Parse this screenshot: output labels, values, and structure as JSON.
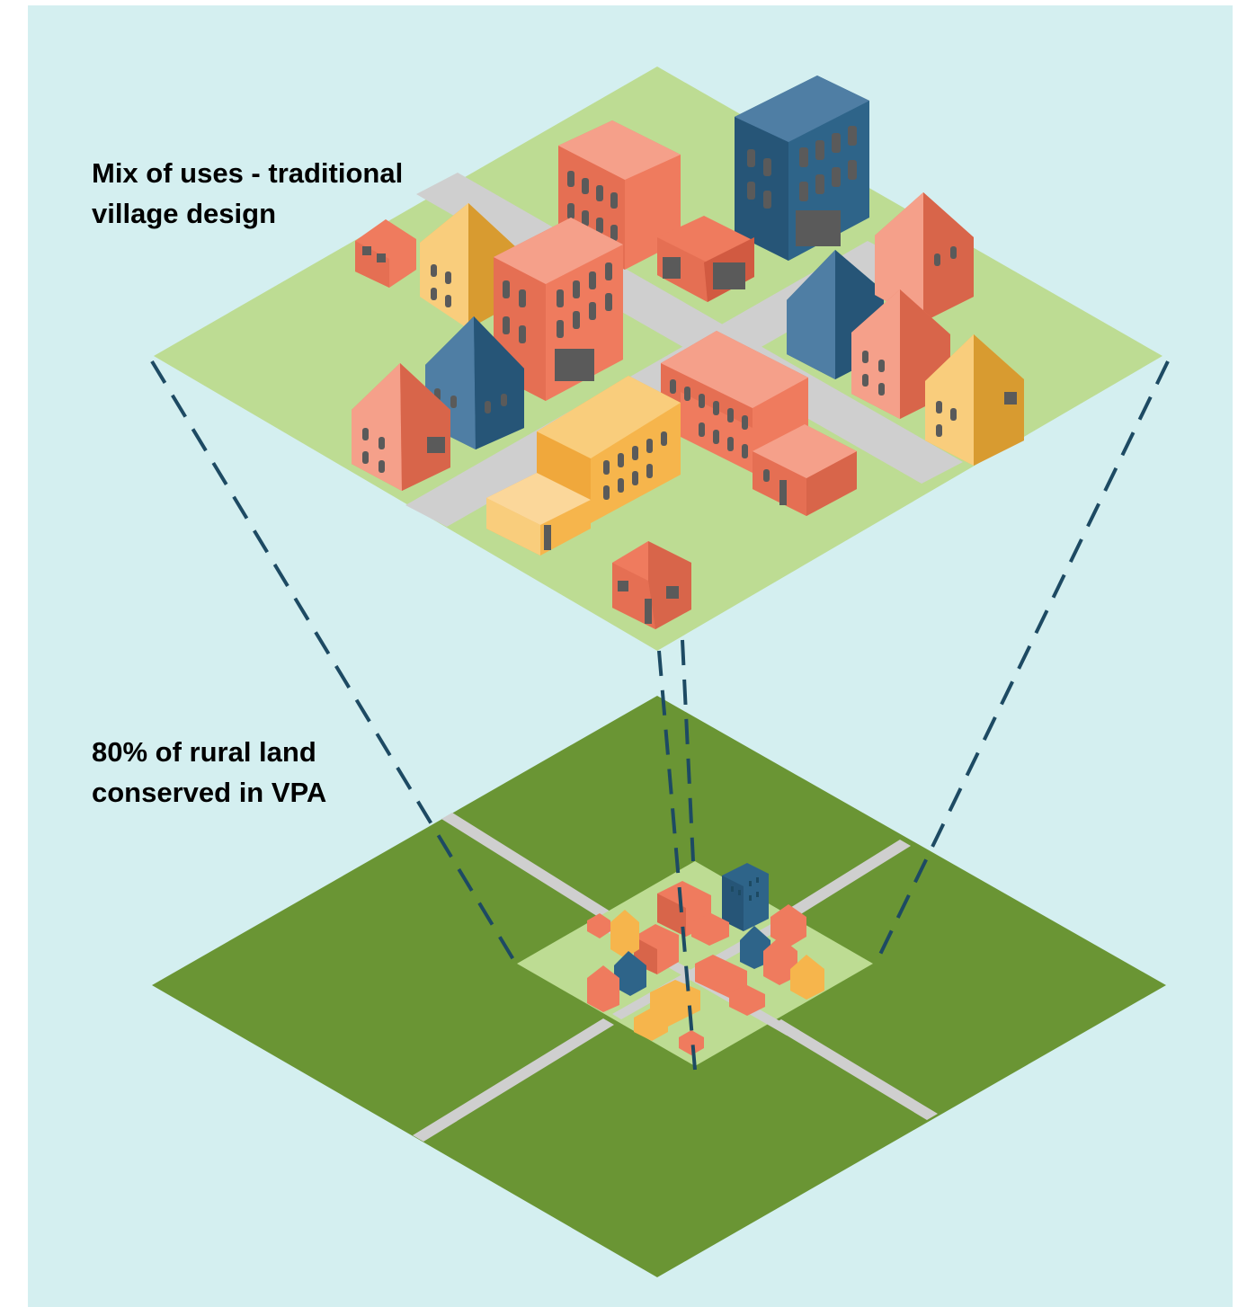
{
  "labels": {
    "top": {
      "line1": "Mix of uses - traditional",
      "line2": "village design"
    },
    "bottom": {
      "line1": "80% of rural land",
      "line2": "conserved in VPA"
    }
  },
  "colors": {
    "background": "#d4eff0",
    "village_ground": "#bddc93",
    "rural_land": "#6a9534",
    "road": "#cfcfcf",
    "dashed_line": "#1d4a63",
    "building_red": "#ef7b5e",
    "building_yellow": "#f6b54c",
    "building_blue": "#2e6489"
  }
}
